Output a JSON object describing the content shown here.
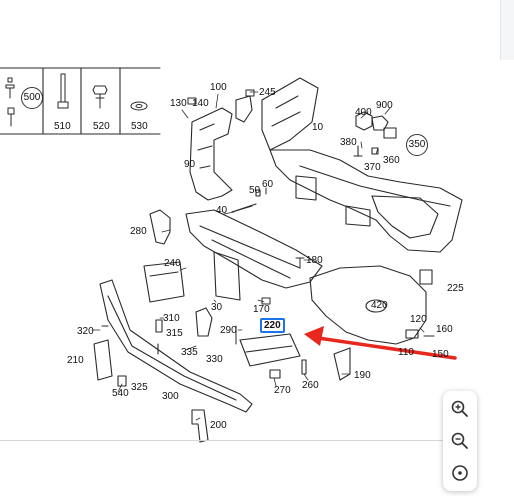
{
  "colors": {
    "line": "#2a2a2a",
    "highlight_box": "#1a73e8",
    "arrow": "#e8281e"
  },
  "legend_table": {
    "cells": [
      {
        "part": "500",
        "style": "circle"
      },
      {
        "part": "510"
      },
      {
        "part": "520"
      },
      {
        "part": "530"
      }
    ]
  },
  "callouts": [
    {
      "id": "c100",
      "label": "100"
    },
    {
      "id": "c245",
      "label": "245"
    },
    {
      "id": "c130",
      "label": "130"
    },
    {
      "id": "c140",
      "label": "140"
    },
    {
      "id": "c10",
      "label": "10"
    },
    {
      "id": "c400",
      "label": "400"
    },
    {
      "id": "c900",
      "label": "900"
    },
    {
      "id": "c380",
      "label": "380"
    },
    {
      "id": "c350",
      "label": "350",
      "style": "circle"
    },
    {
      "id": "c370",
      "label": "370"
    },
    {
      "id": "c360",
      "label": "360"
    },
    {
      "id": "c90",
      "label": "90"
    },
    {
      "id": "c60",
      "label": "60"
    },
    {
      "id": "c50",
      "label": "50"
    },
    {
      "id": "c40",
      "label": "40"
    },
    {
      "id": "c280",
      "label": "280"
    },
    {
      "id": "c180",
      "label": "180"
    },
    {
      "id": "c240",
      "label": "240"
    },
    {
      "id": "c225",
      "label": "225"
    },
    {
      "id": "c170",
      "label": "170"
    },
    {
      "id": "c30",
      "label": "30"
    },
    {
      "id": "c420",
      "label": "420"
    },
    {
      "id": "c310",
      "label": "310"
    },
    {
      "id": "c320",
      "label": "320"
    },
    {
      "id": "c315",
      "label": "315"
    },
    {
      "id": "c290",
      "label": "290"
    },
    {
      "id": "c220",
      "label": "220",
      "style": "boxed"
    },
    {
      "id": "c120",
      "label": "120"
    },
    {
      "id": "c160",
      "label": "160"
    },
    {
      "id": "c335",
      "label": "335"
    },
    {
      "id": "c330",
      "label": "330"
    },
    {
      "id": "c110",
      "label": "110"
    },
    {
      "id": "c150",
      "label": "150"
    },
    {
      "id": "c210",
      "label": "210"
    },
    {
      "id": "c190",
      "label": "190"
    },
    {
      "id": "c260",
      "label": "260"
    },
    {
      "id": "c270",
      "label": "270"
    },
    {
      "id": "c540",
      "label": "540"
    },
    {
      "id": "c325",
      "label": "325"
    },
    {
      "id": "c300",
      "label": "300"
    },
    {
      "id": "c200",
      "label": "200"
    }
  ],
  "controls": {
    "zoom_in_icon": "zoom-in-icon",
    "zoom_out_icon": "zoom-out-icon",
    "reset_icon": "reset-view-icon"
  }
}
